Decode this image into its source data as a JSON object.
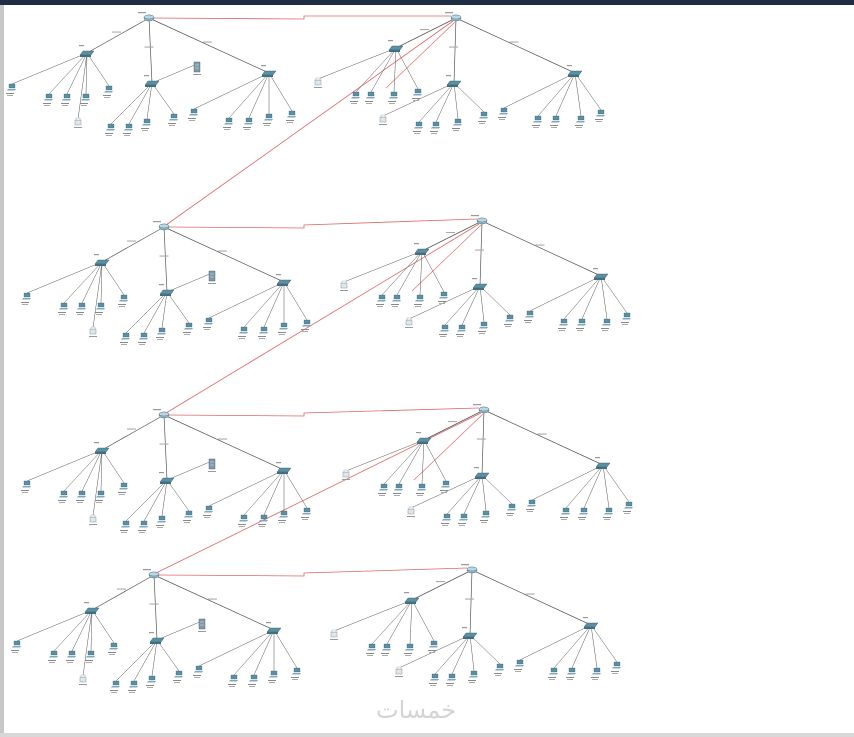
{
  "watermark": "خمسات",
  "colors": {
    "wan_link": "#e06666",
    "lan_link": "#555555",
    "device": "#5b8fa3",
    "router": "#8fb8c9",
    "topbar": "#1f2d45"
  },
  "icons": {
    "router": "router-icon",
    "switch": "switch-icon",
    "pc": "pc-icon",
    "server": "server-icon",
    "printer": "printer-icon"
  },
  "topology": {
    "rows": 4,
    "sites_per_row": 2,
    "switches_per_site": 3
  }
}
